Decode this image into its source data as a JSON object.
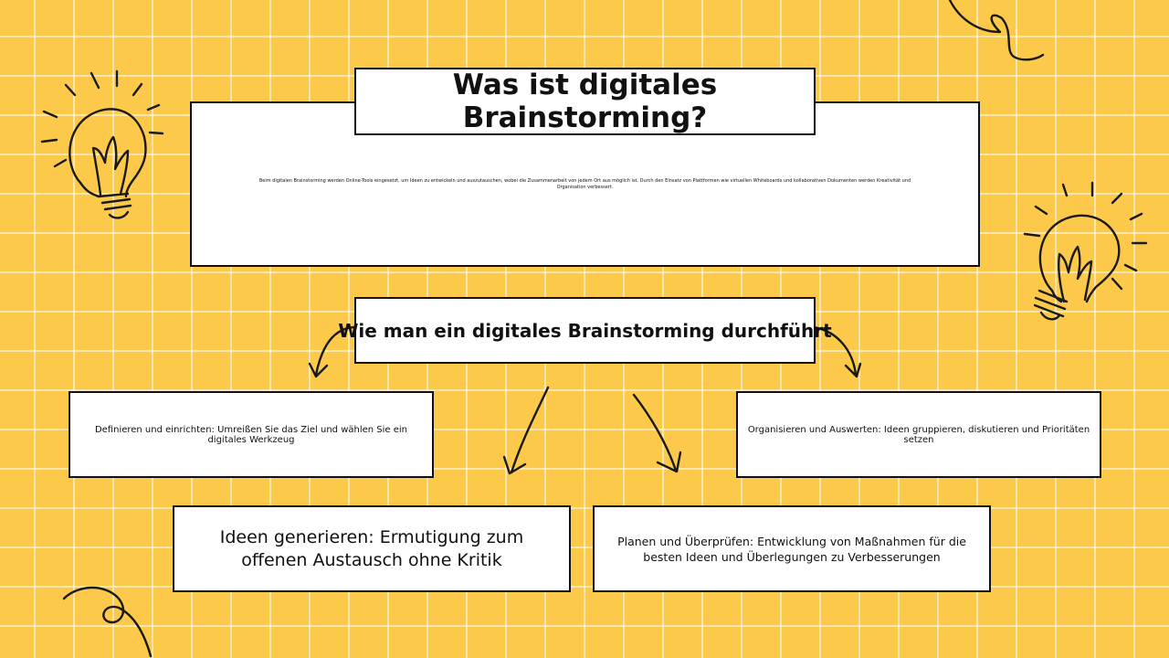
{
  "heading": "Was ist digitales Brainstorming?",
  "description": "Beim digitalen Brainstorming werden Online-Tools eingesetzt, um Ideen zu entwickeln und auszutauschen, wobei die Zusammenarbeit von jedem Ort aus möglich ist. Durch den Einsatz von Plattformen wie virtuellen Whiteboards und kollaborativen Dokumenten werden Kreativität und Organisation verbessert.",
  "subheading": "Wie man ein digitales Brainstorming durchführt",
  "steps": [
    "Definieren und einrichten: Umreißen Sie das Ziel und wählen Sie ein digitales Werkzeug",
    "Ideen generieren: Ermutigung zum offenen Austausch ohne Kritik",
    "Planen und Überprüfen: Entwicklung von Maßnahmen für die besten Ideen und Überlegungen zu Verbesserungen",
    "Organisieren und Auswerten: Ideen gruppieren, diskutieren und Prioritäten setzen"
  ],
  "icons": [
    "lightbulb-icon",
    "lightbulb-icon",
    "arrow-icon",
    "squiggle-decoration"
  ],
  "colors": {
    "background": "#fcc94a",
    "grid": "#ffffff",
    "box": "#ffffff",
    "ink": "#111111"
  }
}
